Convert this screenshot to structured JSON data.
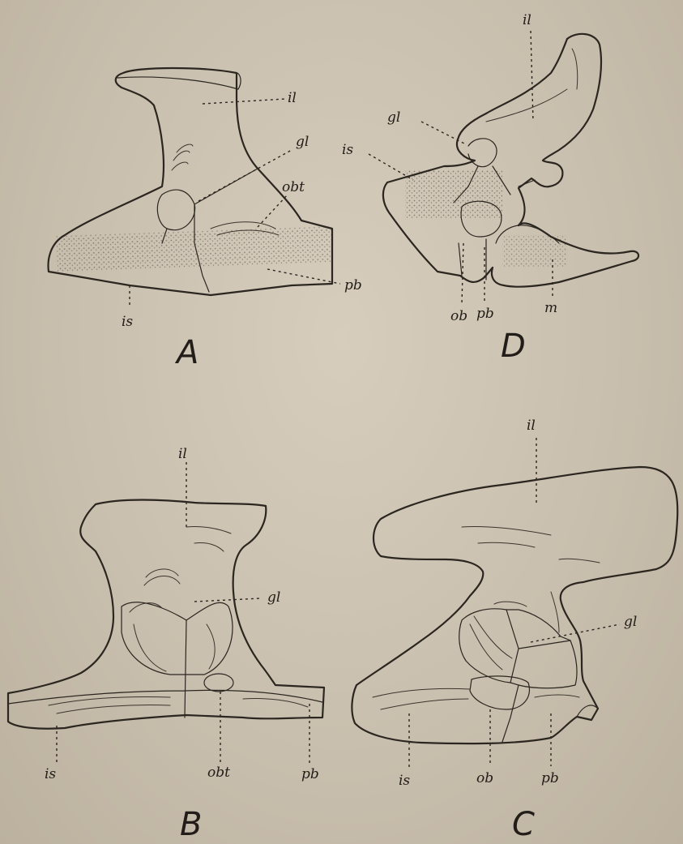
{
  "figure": {
    "panels": [
      {
        "id": "A",
        "letter": "A",
        "labels": {
          "il": "il",
          "gl": "gl",
          "obt": "obt",
          "is": "is",
          "pb": "pb"
        }
      },
      {
        "id": "D",
        "letter": "D",
        "labels": {
          "il": "il",
          "gl": "gl",
          "is": "is",
          "ob": "ob",
          "pb": "pb",
          "m": "m"
        }
      },
      {
        "id": "B",
        "letter": "B",
        "labels": {
          "il": "il",
          "gl": "gl",
          "is": "is",
          "obt": "obt",
          "pb": "pb"
        }
      },
      {
        "id": "C",
        "letter": "C",
        "labels": {
          "il": "il",
          "gl": "gl",
          "is": "is",
          "ob": "ob",
          "pb": "pb"
        }
      }
    ]
  }
}
